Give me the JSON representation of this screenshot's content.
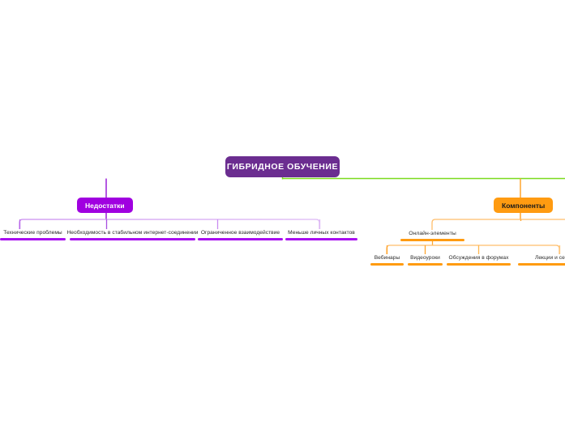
{
  "diagram": {
    "type": "mind-map",
    "title": "ГИБРИДНОЕ ОБУЧЕНИЕ",
    "colors": {
      "root": "#6b2d90",
      "branch_left": "#a000e0",
      "branch_right": "#ff9b11",
      "leaf_left_underline": "#a910f0",
      "leaf_right_underline": "#ff9b11",
      "spine_left": "#2f7ef5",
      "spine_center": "#9b1fd8",
      "spine_right": "#7bdb1e",
      "text_dark": "#262626",
      "text_light": "#ffffff"
    }
  },
  "root": {
    "label": "ГИБРИДНОЕ ОБУЧЕНИЕ"
  },
  "branches": [
    {
      "id": "disadvantages",
      "label": "Недостатки",
      "color": "#a000e0",
      "children": [
        {
          "label": "Технические проблемы"
        },
        {
          "label": "Необходимость в стабильном интернет-соединении"
        },
        {
          "label": "Ограниченное взаимодействие"
        },
        {
          "label": "Меньше личных контактов"
        }
      ]
    },
    {
      "id": "components",
      "label": "Компоненты",
      "color": "#ff9b11",
      "children": [
        {
          "label": "Онлайн-элементы",
          "children": [
            {
              "label": "Вебинары"
            },
            {
              "label": "Видеоуроки"
            },
            {
              "label": "Обсуждения в форумах"
            },
            {
              "label": "Лекции и семинары"
            }
          ]
        }
      ]
    }
  ],
  "nodes": {
    "left_leaf_0": "Технические проблемы",
    "left_leaf_1": "Необходимость в стабильном интернет-соединении",
    "left_leaf_2": "Ограниченное взаимодействие",
    "left_leaf_3": "Меньше личных контактов",
    "right_mid_0": "Онлайн-элементы",
    "right_leaf_0": "Вебинары",
    "right_leaf_1": "Видеоуроки",
    "right_leaf_2": "Обсуждения в форумах",
    "right_leaf_3": "Лекции и семинары"
  }
}
